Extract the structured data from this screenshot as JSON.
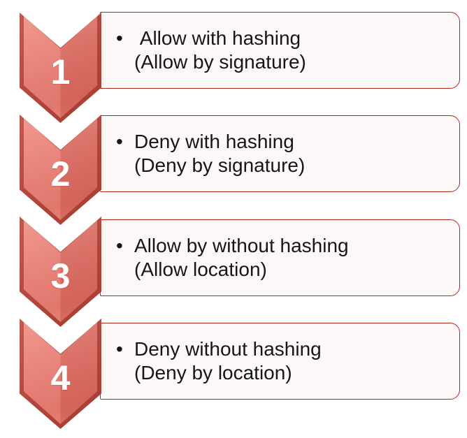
{
  "colors": {
    "canvas-bg": "#ffffff",
    "chevron-light": "#ef8d81",
    "chevron-mid": "#e4756b",
    "chevron-deep": "#dd685d",
    "chevron-dark": "#c05a4e",
    "box-border": "#b0281c",
    "box-fill": "#fdf8f8",
    "text-color": "#161616",
    "number-color": "#ffffff"
  },
  "list": {
    "bullet": "•",
    "items": [
      {
        "number": "1",
        "text": " Allow with hashing\n(Allow by signature)"
      },
      {
        "number": "2",
        "text": "Deny with hashing\n(Deny by signature)"
      },
      {
        "number": "3",
        "text": "Allow by without hashing\n(Allow location)"
      },
      {
        "number": "4",
        "text": "Deny without hashing\n(Deny by location)"
      }
    ]
  }
}
